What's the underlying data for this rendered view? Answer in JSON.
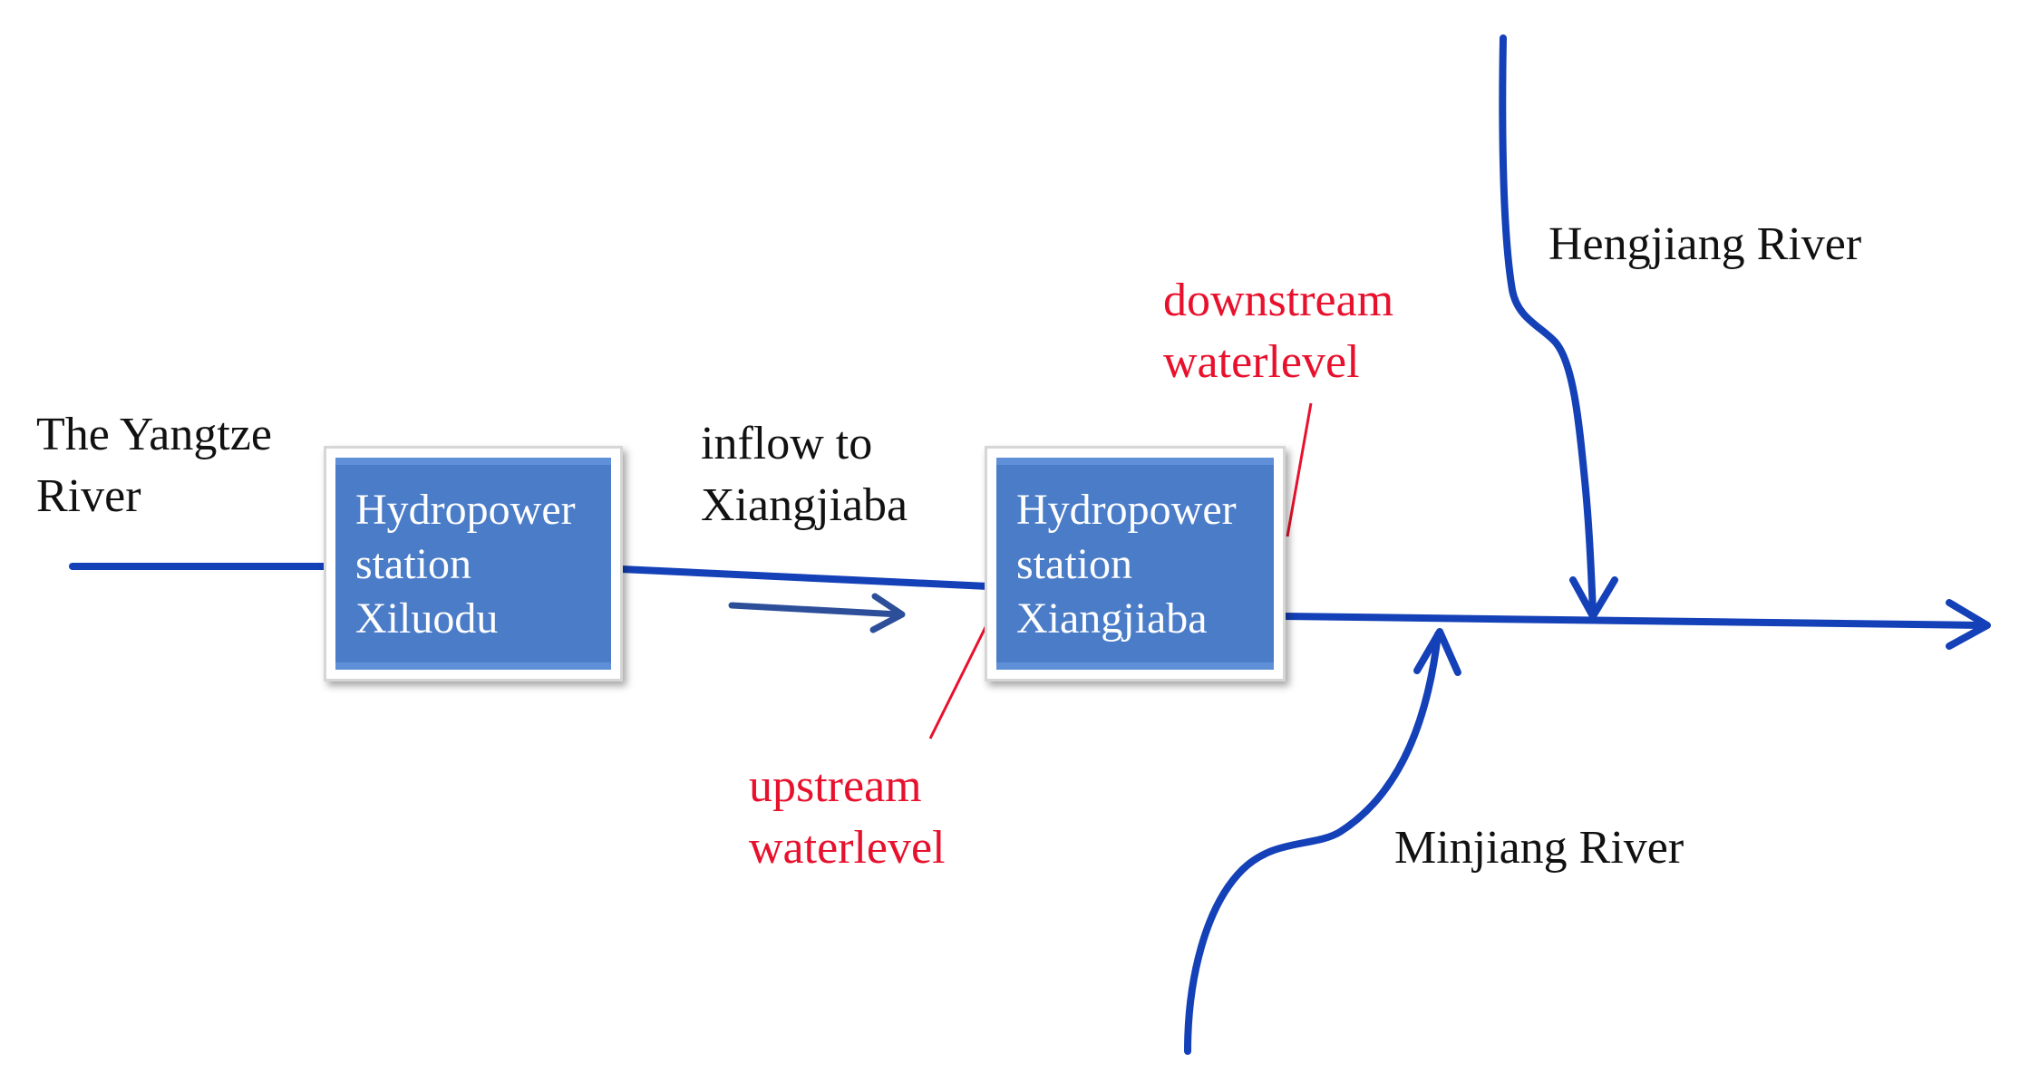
{
  "colors": {
    "river": "#1440b8",
    "flow_arrow": "#2d4f9a",
    "callout": "#e8112d",
    "station_fill": "#4a7cc8",
    "station_text": "#ffffff"
  },
  "labels": {
    "yangtze": [
      "The Yangtze",
      "River"
    ],
    "inflow": [
      "inflow to",
      "Xiangjiaba"
    ],
    "downstream": [
      "downstream",
      "waterlevel"
    ],
    "upstream": [
      "upstream",
      "waterlevel"
    ],
    "hengjiang": "Hengjiang River",
    "minjiang": "Minjiang River"
  },
  "stations": {
    "xiluodu": [
      "Hydropower",
      "station",
      "Xiluodu"
    ],
    "xiangjiaba": [
      "Hydropower",
      "station",
      "Xiangjiaba"
    ]
  }
}
